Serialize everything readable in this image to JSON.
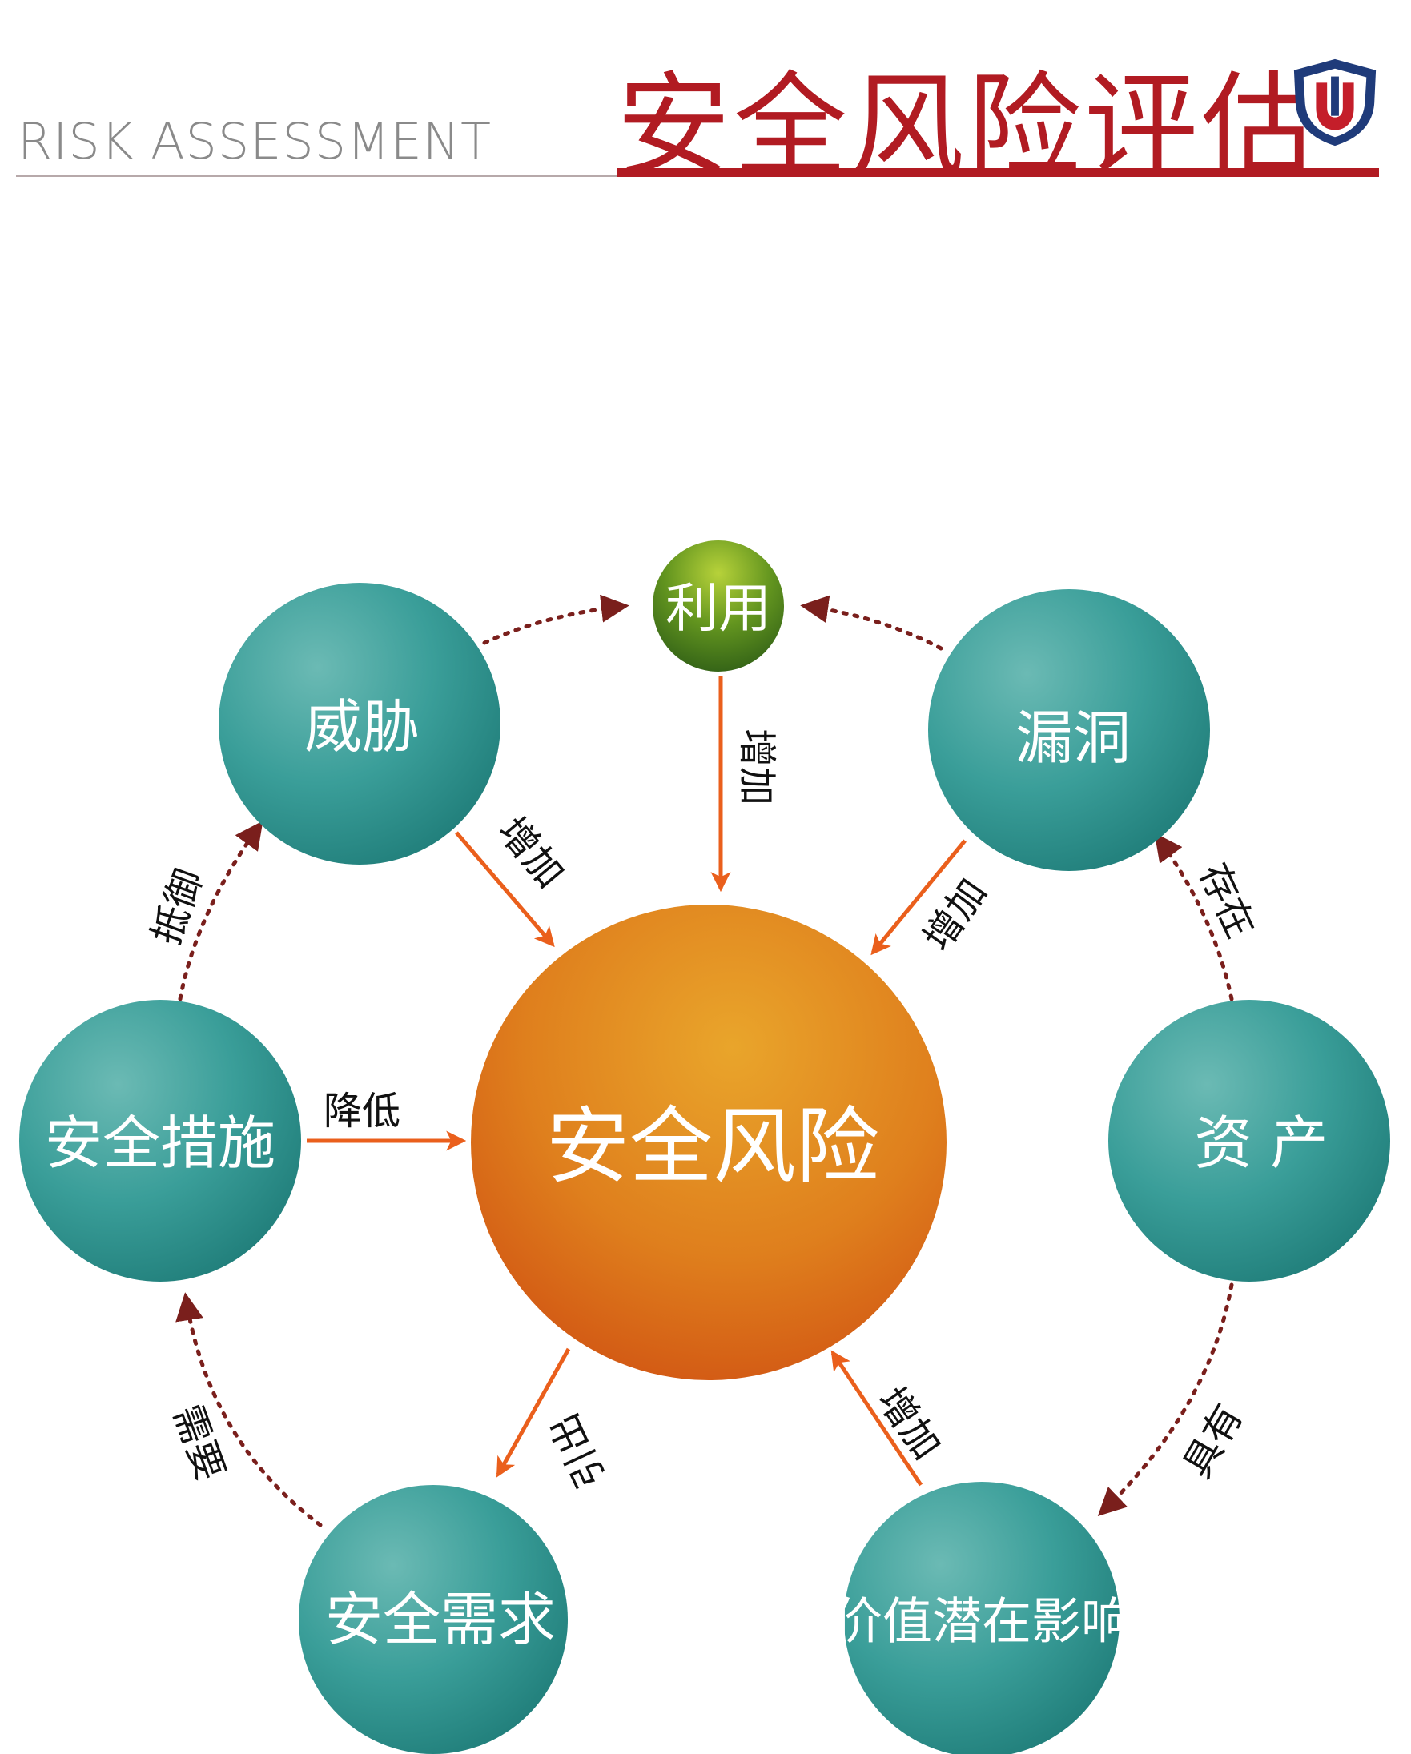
{
  "header": {
    "subtitle": "RISK ASSESSMENT",
    "title": "安全风险评估",
    "brand_color": "#b11b22"
  },
  "logo": {
    "icon": "shield-logo-icon"
  },
  "diagram": {
    "center": {
      "label": "安全风险",
      "color": "#e07d1a"
    },
    "nodes": [
      {
        "id": "exploit",
        "label": "利用",
        "color": "#4a8a1f"
      },
      {
        "id": "threat",
        "label": "威胁",
        "color": "#2f9e9a"
      },
      {
        "id": "vulnerability",
        "label": "漏洞",
        "color": "#2f9e9a"
      },
      {
        "id": "measures",
        "label": "安全措施",
        "color": "#2f9e9a"
      },
      {
        "id": "asset",
        "label": "资 产",
        "color": "#2f9e9a"
      },
      {
        "id": "requirement",
        "label": "安全需求",
        "color": "#2f9e9a"
      },
      {
        "id": "impact",
        "label": "价值潜在影响",
        "color": "#2f9e9a"
      }
    ],
    "edges": [
      {
        "from": "threat",
        "to": "exploit",
        "label": "",
        "style": "dotted"
      },
      {
        "from": "vulnerability",
        "to": "exploit",
        "label": "",
        "style": "dotted"
      },
      {
        "from": "exploit",
        "to": "center",
        "label": "增加",
        "style": "solid"
      },
      {
        "from": "threat",
        "to": "center",
        "label": "增加",
        "style": "solid"
      },
      {
        "from": "vulnerability",
        "to": "center",
        "label": "增加",
        "style": "solid"
      },
      {
        "from": "measures",
        "to": "center",
        "label": "降低",
        "style": "solid"
      },
      {
        "from": "center",
        "to": "requirement",
        "label": "引出",
        "style": "solid"
      },
      {
        "from": "impact",
        "to": "center",
        "label": "增加",
        "style": "solid"
      },
      {
        "from": "measures",
        "to": "threat",
        "label": "抵御",
        "style": "dotted"
      },
      {
        "from": "asset",
        "to": "vulnerability",
        "label": "存在",
        "style": "dotted"
      },
      {
        "from": "asset",
        "to": "impact",
        "label": "具有",
        "style": "dotted"
      },
      {
        "from": "requirement",
        "to": "measures",
        "label": "需要",
        "style": "dotted"
      }
    ],
    "solid_arrow_color": "#ea5f1c",
    "dotted_arrow_color": "#7a1f1c"
  }
}
